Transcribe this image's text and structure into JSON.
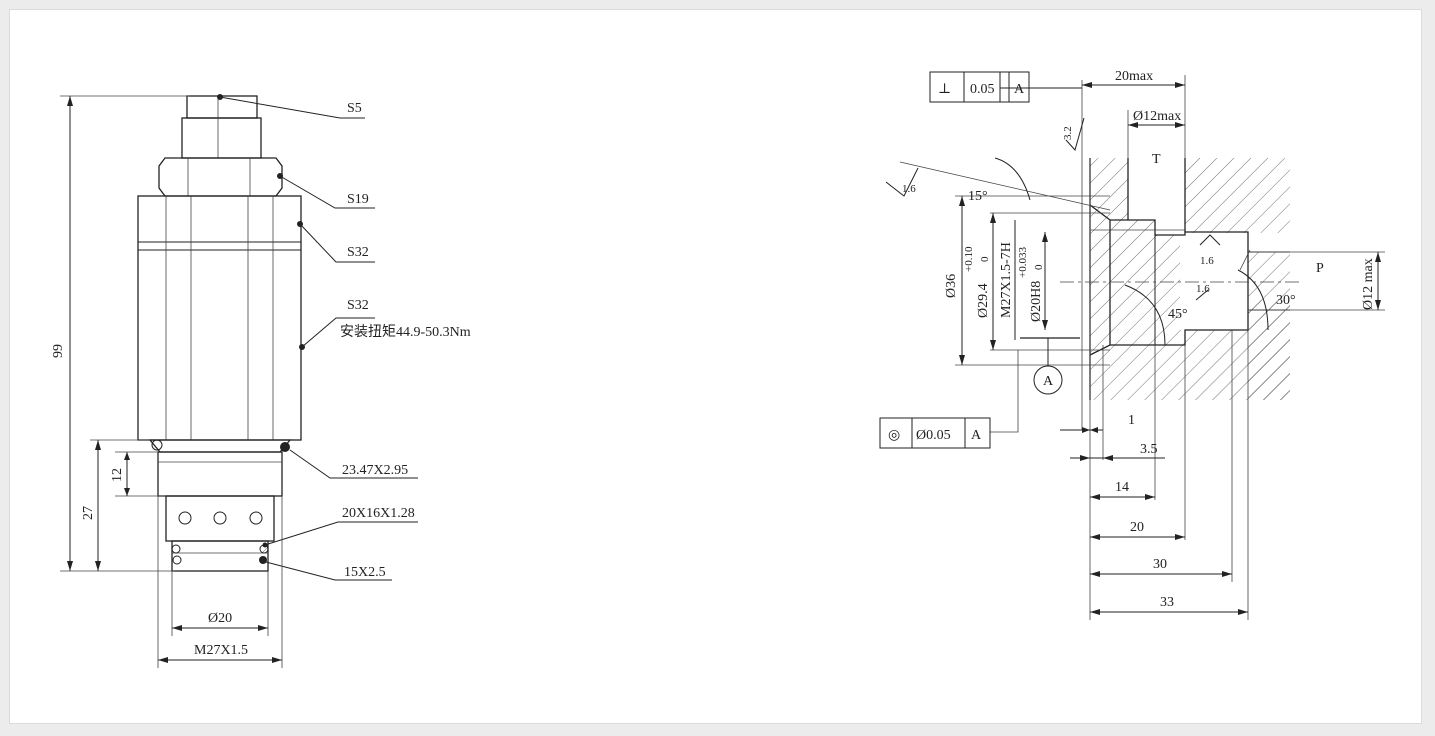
{
  "left_view": {
    "callouts": {
      "s5": "S5",
      "s19": "S19",
      "s32_upper": "S32",
      "s32_lower": "S32",
      "torque": "安装扭矩44.9-50.3Nm",
      "oring_1": "23.47X2.95",
      "oring_2": "20X16X1.28",
      "oring_3": "15X2.5"
    },
    "dimensions": {
      "overall_length": "99",
      "seat_length": "27",
      "thread_length": "12",
      "pilot_diameter": "Ø20",
      "thread": "M27X1.5"
    }
  },
  "right_view": {
    "perpendicularity": {
      "symbol": "⊥",
      "value": "0.05",
      "datum": "A"
    },
    "concentricity": {
      "symbol": "◎",
      "value": "Ø0.05",
      "datum": "A"
    },
    "datum_label": "A",
    "dimensions": {
      "top_depth": "20max",
      "port_t_dia": "Ø12max",
      "roughness_top": "3.2",
      "roughness_left": "1.6",
      "chamfer_angle": "15°",
      "dia_36": "Ø36",
      "dia_29": "Ø29.4",
      "tol_29_upper": "+0.10",
      "tol_29_lower": "0",
      "thread": "M27X1.5-7H",
      "dia_20": "Ø20H8",
      "tol_20_upper": "+0.033",
      "tol_20_lower": "0",
      "angle_45": "45°",
      "roughness_bore_1": "1.6",
      "roughness_bore_2": "1.6",
      "angle_30": "30°",
      "port_p_dia": "Ø12 max",
      "depth_1": "1",
      "depth_3_5": "3.5",
      "depth_14": "14",
      "depth_20": "20",
      "depth_30": "30",
      "depth_33": "33"
    },
    "ports": {
      "t": "T",
      "p": "P"
    }
  }
}
